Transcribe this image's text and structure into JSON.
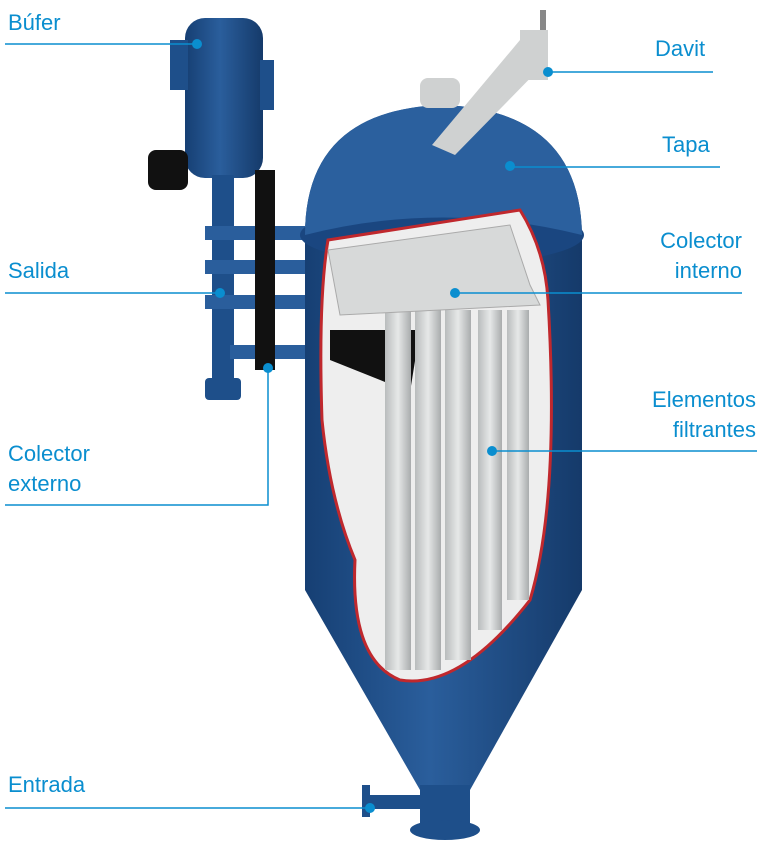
{
  "colors": {
    "label": "#0a8ecf",
    "vessel": "#1e4f8a",
    "cutaway": "#c0282d",
    "internals": "#d4d6d6"
  },
  "labels": {
    "bufer": "Búfer",
    "davit": "Davit",
    "tapa": "Tapa",
    "salida": "Salida",
    "colector_interno": [
      "Colector",
      "interno"
    ],
    "elementos_filtrantes": [
      "Elementos",
      "filtrantes"
    ],
    "colector_externo": [
      "Colector",
      "externo"
    ],
    "entrada": "Entrada"
  }
}
